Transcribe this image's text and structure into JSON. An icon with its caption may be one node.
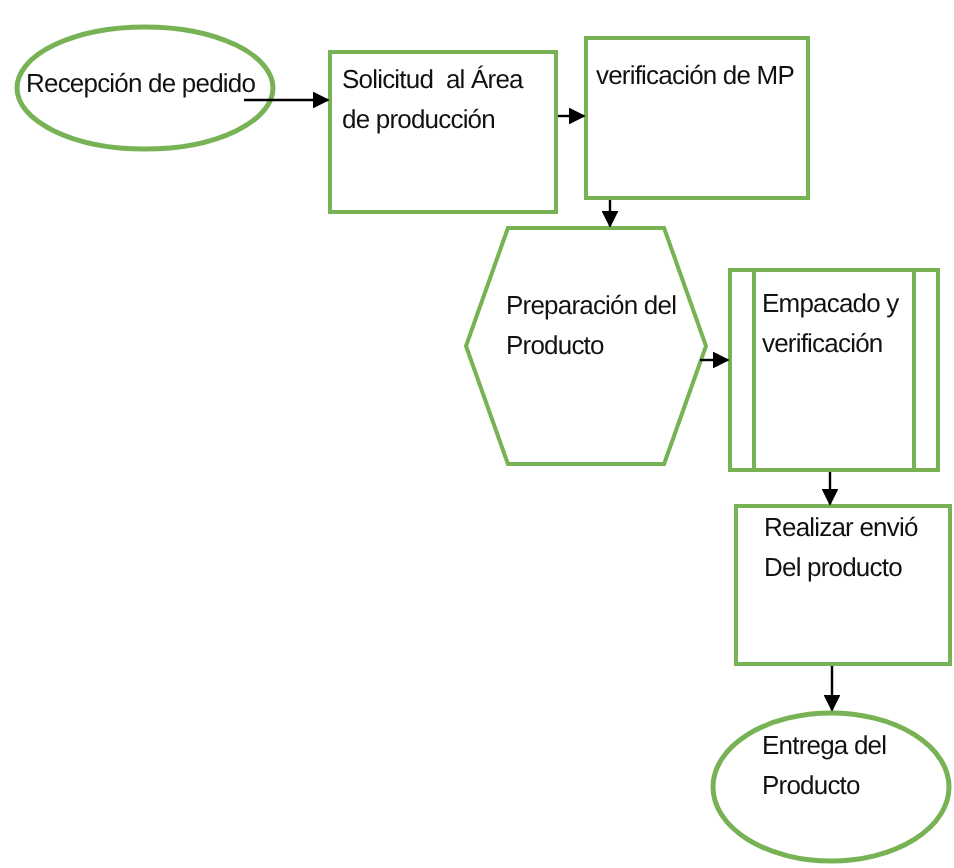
{
  "diagram": {
    "nodes": [
      {
        "text": [
          "Recepción de pedido"
        ]
      },
      {
        "text": [
          "Solicitud  al Área de producción"
        ]
      },
      {
        "text": [
          "verificación de MP"
        ]
      },
      {
        "text": [
          "Preparación del Producto"
        ]
      },
      {
        "text": [
          "Empacado y verificación"
        ]
      },
      {
        "text": [
          "Realizar envió Del producto"
        ]
      },
      {
        "text": [
          "Entrega del Producto"
        ]
      }
    ],
    "edges": [
      {
        "from": 0,
        "to": 1,
        "arrow": "to"
      },
      {
        "from": 1,
        "to": 2,
        "arrow": "to"
      },
      {
        "from": 2,
        "to": 3,
        "arrow": "to"
      },
      {
        "from": 3,
        "to": 4,
        "arrow": "to"
      },
      {
        "from": 4,
        "to": 5,
        "arrow": "to"
      },
      {
        "from": 5,
        "to": 6,
        "arrow": "to"
      }
    ]
  }
}
